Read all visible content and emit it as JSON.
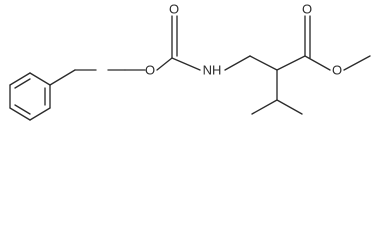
{
  "molecule": {
    "atoms": {
      "carbamate_carbonyl_oxygen": "O",
      "carbamate_ester_oxygen": "O",
      "amide_nitrogen": "NH",
      "ester_carbonyl_oxygen": "O",
      "ester_methoxy_oxygen": "O"
    }
  }
}
